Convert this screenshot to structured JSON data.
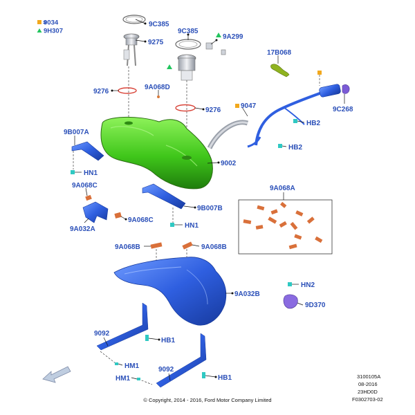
{
  "legend": {
    "items": [
      {
        "symbol": "square",
        "color": "#f2a81d",
        "code": "9034"
      },
      {
        "symbol": "triangle",
        "color": "#22c55e",
        "code": "9H307"
      }
    ]
  },
  "callouts": {
    "c9c385_a": "9C385",
    "c9275": "9275",
    "c9c385_b": "9C385",
    "c9a299": "9A299",
    "c17b068": "17B068",
    "c9276_a": "9276",
    "c9a068d": "9A068D",
    "c9276_b": "9276",
    "c9047": "9047",
    "c9c268": "9C268",
    "chb2_a": "HB2",
    "chb2_b": "HB2",
    "c9b007a": "9B007A",
    "c9002": "9002",
    "chn1_a": "HN1",
    "c9a068c_a": "9A068C",
    "c9a068a": "9A068A",
    "c9b007b": "9B007B",
    "c9a068c_b": "9A068C",
    "chn1_b": "HN1",
    "c9a032a": "9A032A",
    "c9a068b_a": "9A068B",
    "c9a068b_b": "9A068B",
    "chn2": "HN2",
    "c9a032b": "9A032B",
    "c9d370": "9D370",
    "c9092_a": "9092",
    "chb1_a": "HB1",
    "chm1_a": "HM1",
    "c9092_b": "9092",
    "chm1_b": "HM1",
    "chb1_b": "HB1"
  },
  "footer": {
    "copyright": "© Copyright, 2014 - 2016, Ford Motor Company Limited",
    "ref1": "3100105A",
    "ref2": "08-2016",
    "ref3": "23HD0D",
    "ref4": "F0302703-02"
  },
  "colors": {
    "callout": "#2a4fb8",
    "tank": "#4bd11a",
    "shield": "#2f5fe0",
    "pad": "#d9703a",
    "clip": "#2fc9c3",
    "seal": "#d9453a"
  }
}
